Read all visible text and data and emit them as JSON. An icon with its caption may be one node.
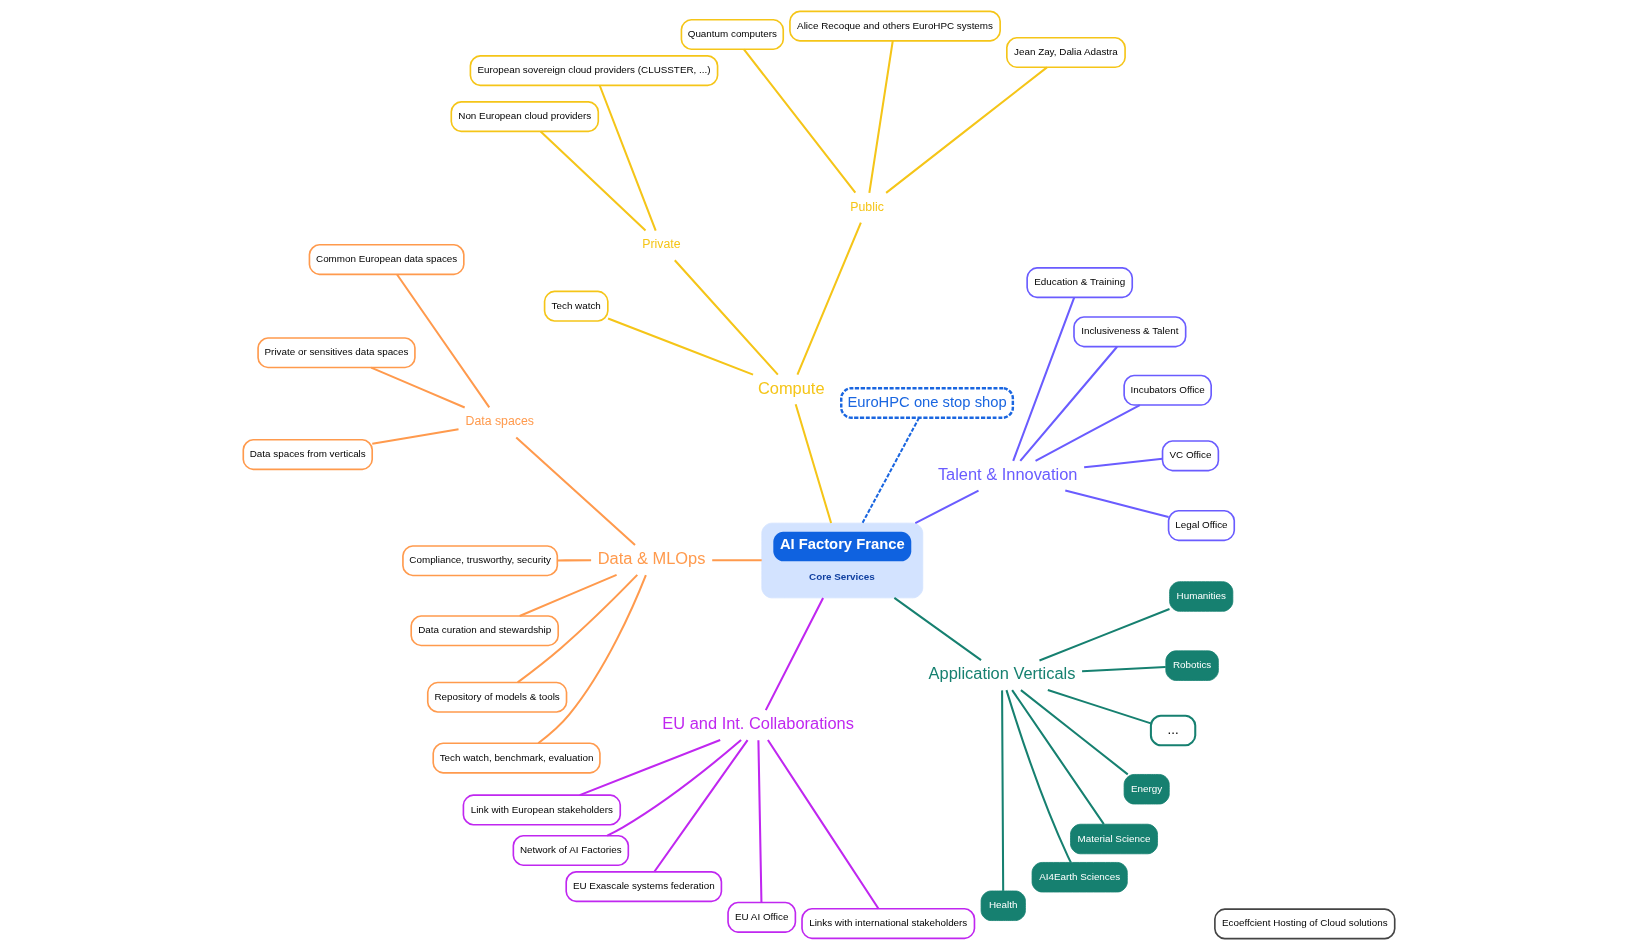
{
  "diagram": {
    "nodes": [
      {
        "text": [
          "AI Factory France",
          "Core Services"
        ]
      },
      {
        "text": [
          "Talent & Innovation"
        ]
      },
      {
        "text": [
          "EuroHPC one stop shop"
        ]
      },
      {
        "text": [
          "Compute"
        ]
      },
      {
        "text": [
          "Data & MLOps"
        ]
      },
      {
        "text": [
          "EU and Int. Collaborations"
        ]
      },
      {
        "text": [
          "Application Verticals"
        ]
      },
      {
        "text": [
          "Legal Office"
        ]
      },
      {
        "text": [
          "VC Office"
        ]
      },
      {
        "text": [
          "Incubators Office"
        ]
      },
      {
        "text": [
          "Inclusiveness & Talent"
        ]
      },
      {
        "text": [
          "Education & Training"
        ]
      },
      {
        "text": [
          "Public"
        ]
      },
      {
        "text": [
          "Private"
        ]
      },
      {
        "text": [
          "Tech watch"
        ]
      },
      {
        "text": [
          "Jean Zay, Dalia Adastra"
        ]
      },
      {
        "text": [
          "Alice Recoque and others EuroHPC systems"
        ]
      },
      {
        "text": [
          "Quantum computers"
        ]
      },
      {
        "text": [
          "Ecoeffcient Hosting of Cloud solutions"
        ]
      },
      {
        "text": [
          "European sovereign cloud providers (CLUSSTER, ...)"
        ]
      },
      {
        "text": [
          "Non European cloud providers"
        ]
      },
      {
        "text": [
          "Data spaces"
        ]
      },
      {
        "text": [
          "Common European data spaces"
        ]
      },
      {
        "text": [
          "Private or sensitives data spaces"
        ]
      },
      {
        "text": [
          "Data spaces from verticals"
        ]
      },
      {
        "text": [
          "Compliance, trusworthy, security"
        ]
      },
      {
        "text": [
          "Data curation and stewardship"
        ]
      },
      {
        "text": [
          "Repository of models & tools"
        ]
      },
      {
        "text": [
          "Tech watch, benchmark, evaluation"
        ]
      },
      {
        "text": [
          "Link with European stakeholders"
        ]
      },
      {
        "text": [
          "Network of AI Factories"
        ]
      },
      {
        "text": [
          "EU Exascale systems federation"
        ]
      },
      {
        "text": [
          "EU AI Office"
        ]
      },
      {
        "text": [
          "Links with international stakeholders"
        ]
      },
      {
        "text": [
          "Health"
        ]
      },
      {
        "text": [
          "AI4Earth Sciences"
        ]
      },
      {
        "text": [
          "Material Science"
        ]
      },
      {
        "text": [
          "Energy"
        ]
      },
      {
        "text": [
          "..."
        ]
      },
      {
        "text": [
          "Robotics"
        ]
      },
      {
        "text": [
          "Humanities"
        ]
      }
    ],
    "edges": [
      {
        "from": 0,
        "to": 1,
        "arrow": "none",
        "color": "#6a5cff"
      },
      {
        "from": 0,
        "to": 2,
        "arrow": "none",
        "style": "dashed",
        "color": "#1a66e0"
      },
      {
        "from": 0,
        "to": 3,
        "arrow": "none",
        "color": "#f5c518"
      },
      {
        "from": 0,
        "to": 4,
        "arrow": "none",
        "color": "#ff9a4d"
      },
      {
        "from": 0,
        "to": 5,
        "arrow": "none",
        "color": "#c027f0"
      },
      {
        "from": 0,
        "to": 6,
        "arrow": "none",
        "color": "#168070"
      },
      {
        "from": 1,
        "to": 7,
        "arrow": "none",
        "color": "#6a5cff"
      },
      {
        "from": 1,
        "to": 8,
        "arrow": "none",
        "color": "#6a5cff"
      },
      {
        "from": 1,
        "to": 9,
        "arrow": "none",
        "color": "#6a5cff"
      },
      {
        "from": 1,
        "to": 10,
        "arrow": "none",
        "color": "#6a5cff"
      },
      {
        "from": 1,
        "to": 11,
        "arrow": "none",
        "color": "#6a5cff"
      },
      {
        "from": 3,
        "to": 12,
        "arrow": "none",
        "color": "#f5c518"
      },
      {
        "from": 3,
        "to": 13,
        "arrow": "none",
        "color": "#f5c518"
      },
      {
        "from": 3,
        "to": 14,
        "arrow": "none",
        "color": "#f5c518"
      },
      {
        "from": 12,
        "to": 15,
        "arrow": "none",
        "color": "#f5c518"
      },
      {
        "from": 12,
        "to": 16,
        "arrow": "none",
        "color": "#f5c518"
      },
      {
        "from": 12,
        "to": 17,
        "arrow": "none",
        "color": "#f5c518"
      },
      {
        "from": 13,
        "to": 19,
        "arrow": "none",
        "color": "#f5c518"
      },
      {
        "from": 13,
        "to": 20,
        "arrow": "none",
        "color": "#f5c518"
      },
      {
        "from": 4,
        "to": 21,
        "arrow": "none",
        "color": "#ff9a4d"
      },
      {
        "from": 21,
        "to": 22,
        "arrow": "none",
        "color": "#ff9a4d"
      },
      {
        "from": 21,
        "to": 23,
        "arrow": "none",
        "color": "#ff9a4d"
      },
      {
        "from": 21,
        "to": 24,
        "arrow": "none",
        "color": "#ff9a4d"
      },
      {
        "from": 4,
        "to": 25,
        "arrow": "none",
        "color": "#ff9a4d"
      },
      {
        "from": 4,
        "to": 26,
        "arrow": "none",
        "color": "#ff9a4d"
      },
      {
        "from": 4,
        "to": 27,
        "arrow": "none",
        "color": "#ff9a4d"
      },
      {
        "from": 4,
        "to": 28,
        "arrow": "none",
        "color": "#ff9a4d"
      },
      {
        "from": 5,
        "to": 29,
        "arrow": "none",
        "color": "#c027f0"
      },
      {
        "from": 5,
        "to": 30,
        "arrow": "none",
        "color": "#c027f0"
      },
      {
        "from": 5,
        "to": 31,
        "arrow": "none",
        "color": "#c027f0"
      },
      {
        "from": 5,
        "to": 32,
        "arrow": "none",
        "color": "#c027f0"
      },
      {
        "from": 5,
        "to": 33,
        "arrow": "none",
        "color": "#c027f0"
      },
      {
        "from": 6,
        "to": 34,
        "arrow": "none",
        "color": "#168070"
      },
      {
        "from": 6,
        "to": 35,
        "arrow": "none",
        "color": "#168070"
      },
      {
        "from": 6,
        "to": 36,
        "arrow": "none",
        "color": "#168070"
      },
      {
        "from": 6,
        "to": 37,
        "arrow": "none",
        "color": "#168070"
      },
      {
        "from": 6,
        "to": 38,
        "arrow": "none",
        "color": "#168070"
      },
      {
        "from": 6,
        "to": 39,
        "arrow": "none",
        "color": "#168070"
      },
      {
        "from": 6,
        "to": 40,
        "arrow": "none",
        "color": "#168070"
      }
    ]
  }
}
